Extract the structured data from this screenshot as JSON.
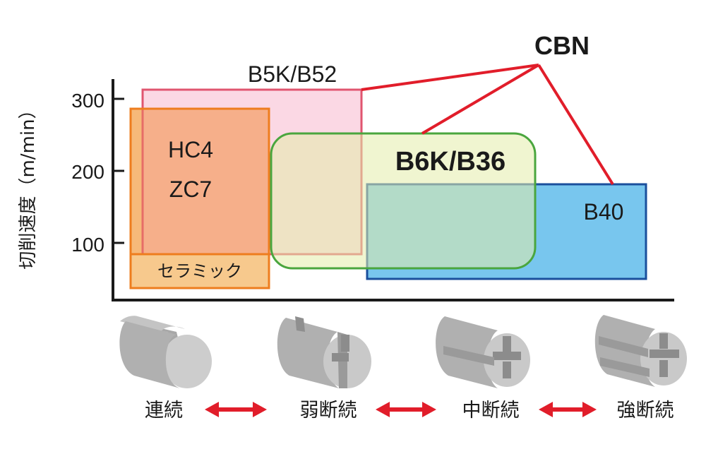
{
  "y_axis": {
    "label": "切削速度（m/min）",
    "ticks": [
      "300",
      "200",
      "100"
    ]
  },
  "regions": {
    "ceramic": {
      "grades": [
        "HC4",
        "ZC7"
      ],
      "category": "セラミック"
    },
    "b5k_b52": {
      "label": "B5K/B52"
    },
    "b6k_b36": {
      "label": "B6K/B36"
    },
    "b40": {
      "label": "B40"
    }
  },
  "cbn_label": "CBN",
  "cut_types": [
    "連続",
    "弱断続",
    "中断続",
    "強断続"
  ],
  "colors": {
    "ceramic_fill": "#f6b27a",
    "ceramic_inner": "#f7c98d",
    "ceramic_border": "#ee7d1e",
    "b5k_fill": "#f9cddd",
    "b5k_border": "#e0556f",
    "b6k_fill": "#eef1c8",
    "b6k_border": "#4aa63e",
    "b40_fill": "#78c6ee",
    "b40_border": "#1a4f9c",
    "cbn_line": "#e11d2a",
    "arrow": "#e11d2a",
    "workpiece": "#b3b3b3"
  }
}
